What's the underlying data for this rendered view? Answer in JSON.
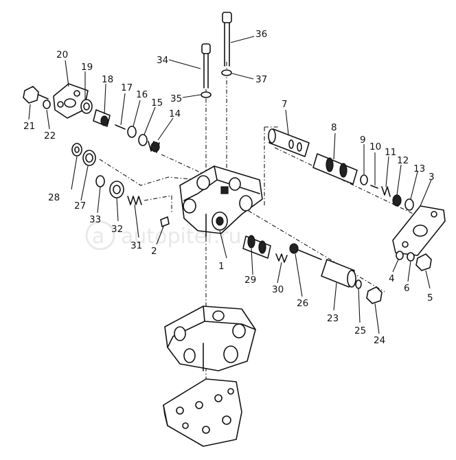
{
  "watermark": {
    "text": "autopiter.ru",
    "logo_letter": "a"
  },
  "callouts": [
    {
      "id": "1",
      "label": "1"
    },
    {
      "id": "2",
      "label": "2"
    },
    {
      "id": "3",
      "label": "3"
    },
    {
      "id": "4",
      "label": "4"
    },
    {
      "id": "5",
      "label": "5"
    },
    {
      "id": "6",
      "label": "6"
    },
    {
      "id": "7",
      "label": "7"
    },
    {
      "id": "8",
      "label": "8"
    },
    {
      "id": "9",
      "label": "9"
    },
    {
      "id": "10",
      "label": "10"
    },
    {
      "id": "11",
      "label": "11"
    },
    {
      "id": "12",
      "label": "12"
    },
    {
      "id": "13",
      "label": "13"
    },
    {
      "id": "14",
      "label": "14"
    },
    {
      "id": "15",
      "label": "15"
    },
    {
      "id": "16",
      "label": "16"
    },
    {
      "id": "17",
      "label": "17"
    },
    {
      "id": "18",
      "label": "18"
    },
    {
      "id": "19",
      "label": "19"
    },
    {
      "id": "20",
      "label": "20"
    },
    {
      "id": "21",
      "label": "21"
    },
    {
      "id": "22",
      "label": "22"
    },
    {
      "id": "23",
      "label": "23"
    },
    {
      "id": "24",
      "label": "24"
    },
    {
      "id": "25",
      "label": "25"
    },
    {
      "id": "26",
      "label": "26"
    },
    {
      "id": "27",
      "label": "27"
    },
    {
      "id": "28",
      "label": "28"
    },
    {
      "id": "29",
      "label": "29"
    },
    {
      "id": "30",
      "label": "30"
    },
    {
      "id": "31",
      "label": "31"
    },
    {
      "id": "32",
      "label": "32"
    },
    {
      "id": "33",
      "label": "33"
    },
    {
      "id": "34",
      "label": "34"
    },
    {
      "id": "35",
      "label": "35"
    },
    {
      "id": "36",
      "label": "36"
    },
    {
      "id": "37",
      "label": "37"
    }
  ]
}
